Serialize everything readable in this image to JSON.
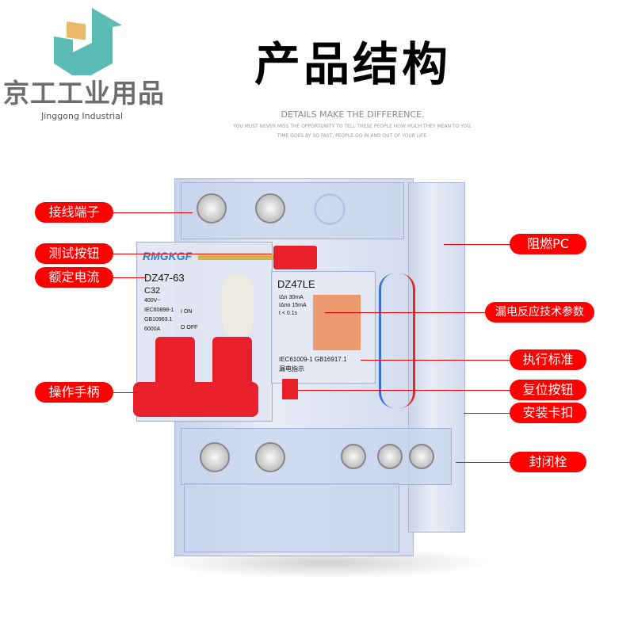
{
  "logo": {
    "name_cn": "京工工业用品",
    "name_en": "Jinggong Industrial",
    "colors": {
      "teal": "#5bbcb5",
      "orange": "#e8b968",
      "gray": "#6d6d6d"
    }
  },
  "header": {
    "title": "产品结构",
    "subtitle": "DETAILS MAKE THE DIFFERENCE.",
    "tagline1": "YOU MUST NEVER MISS THE OPPORTUNITY TO TELL THESE PEOPLE HOW MUCH THEY MEAN TO YOU.",
    "tagline2": "TIME GOES BY SO FAST, PEOPLE GO IN AND OUT OF YOUR LIFE."
  },
  "labels_left": [
    "接线端子",
    "测试按钮",
    "额定电流",
    "操作手柄"
  ],
  "labels_right": [
    "阻燃PC",
    "漏电反应技术参数",
    "执行标准",
    "复位按钮",
    "安装卡扣",
    "封闭栓"
  ],
  "product": {
    "brand": "RMGKGF",
    "model_mcb": "DZ47-63",
    "rating": "C32",
    "voltage": "400V~",
    "std1": "IEC60898-1",
    "std2": "GB10963.1",
    "capacity": "6000A",
    "on": "I ON",
    "off": "O OFF",
    "model_rcd": "DZ47LE",
    "idn": "IΔn 30mA",
    "idno": "IΔno 15mA",
    "time": "t < 0.1s",
    "standard": "IEC61009-1 GB16917.1",
    "indicator": "漏电指示"
  },
  "accent": "#ff0000"
}
